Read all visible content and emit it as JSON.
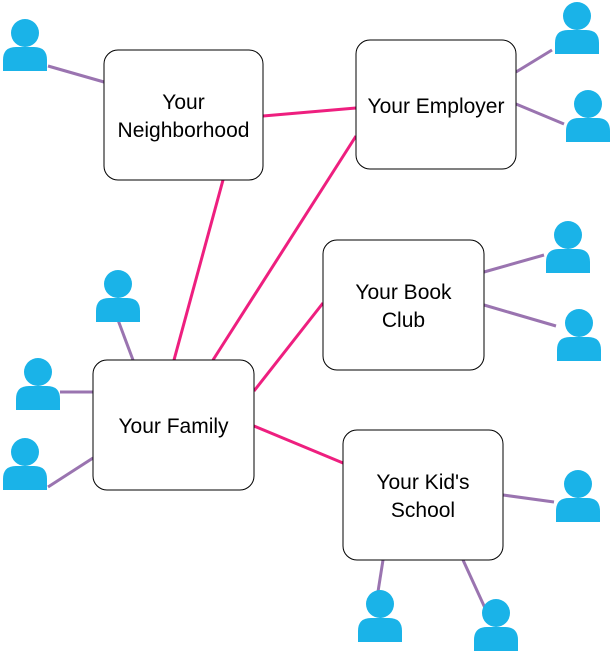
{
  "colors": {
    "hub_edge": "#ee1f7f",
    "person_edge": "#9a74b0",
    "person_icon": "#1ab3e8",
    "box_border": "#000000",
    "box_fill": "#ffffff"
  },
  "nodes": [
    {
      "id": "family",
      "lines": [
        "Your Family"
      ]
    },
    {
      "id": "neighborhood",
      "lines": [
        "Your",
        "Neighborhood"
      ]
    },
    {
      "id": "employer",
      "lines": [
        "Your Employer"
      ]
    },
    {
      "id": "book-club",
      "lines": [
        "Your Book",
        "Club"
      ]
    },
    {
      "id": "kids-school",
      "lines": [
        "Your Kid's",
        "School"
      ]
    }
  ],
  "hub_links": [
    {
      "from": "family",
      "to": "neighborhood"
    },
    {
      "from": "family",
      "to": "employer"
    },
    {
      "from": "family",
      "to": "book-club"
    },
    {
      "from": "family",
      "to": "kids-school"
    },
    {
      "from": "neighborhood",
      "to": "employer"
    }
  ],
  "person_links": [
    {
      "group": "neighborhood",
      "count": 1
    },
    {
      "group": "employer",
      "count": 2
    },
    {
      "group": "book-club",
      "count": 2
    },
    {
      "group": "family",
      "count": 3
    },
    {
      "group": "kids-school",
      "count": 3
    }
  ],
  "icons": {
    "person": "person-icon"
  }
}
